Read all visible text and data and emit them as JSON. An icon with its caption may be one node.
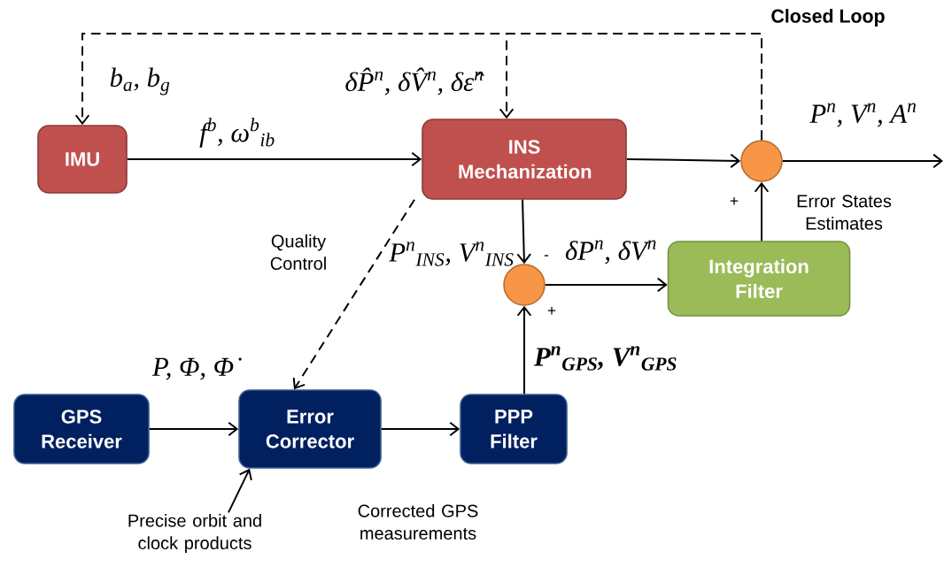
{
  "diagram": {
    "nodes": [
      {
        "text": [
          "IMU"
        ]
      },
      {
        "text": [
          "INS Mechanization"
        ]
      },
      {
        "text": [],
        "shape": "circle"
      },
      {
        "text": [
          "Integration Filter"
        ]
      },
      {
        "text": [],
        "shape": "circle"
      },
      {
        "text": [
          "GPS Receiver"
        ]
      },
      {
        "text": [
          "Error Corrector"
        ]
      },
      {
        "text": [
          "PPP Filter"
        ]
      },
      {
        "text": [
          "Precise orbit and clock products"
        ]
      }
    ],
    "edges": [
      {
        "from": 0,
        "to": 1,
        "arrow": "to",
        "label": "f$^{b}$, ω$^{b}$$_{ib}$"
      },
      {
        "from": 1,
        "to": 2,
        "arrow": "to"
      },
      {
        "from": 2,
        "to": null,
        "arrow": "to",
        "label": "P$^{n}$, V$^{n}$, A$^{n}$"
      },
      {
        "from": 2,
        "to": 0,
        "arrow": "to",
        "style": "dashed",
        "label": "b$_{a}$, b$_{g}$"
      },
      {
        "from": 2,
        "to": 1,
        "arrow": "to",
        "style": "dashed",
        "label": "δP̂$^{n}$, δV̂$^{n}$, δε̂$^{n}$"
      },
      {
        "from": 1,
        "to": 4,
        "arrow": "to",
        "label": "P$^{n}$$_{INS}$, V$^{n}$$_{INS}$"
      },
      {
        "from": 1,
        "to": 6,
        "arrow": "to",
        "style": "dashed",
        "label": "Quality Control"
      },
      {
        "from": 4,
        "to": 3,
        "arrow": "to",
        "label": "δP$^{n}$, δV$^{n}$"
      },
      {
        "from": 3,
        "to": 2,
        "arrow": "to"
      },
      {
        "from": 5,
        "to": 6,
        "arrow": "to",
        "label": "P, Φ, Φ̇"
      },
      {
        "from": 6,
        "to": 7,
        "arrow": "to",
        "label": "Corrected GPS measurements"
      },
      {
        "from": 7,
        "to": 4,
        "arrow": "to",
        "label": "P$^{n}$$_{GPS}$, V$^{n}$$_{GPS}$"
      },
      {
        "from": 8,
        "to": 6,
        "arrow": "to"
      }
    ],
    "labels": [
      "Closed Loop",
      "-",
      "+",
      "+",
      "Error States Estimates"
    ]
  }
}
